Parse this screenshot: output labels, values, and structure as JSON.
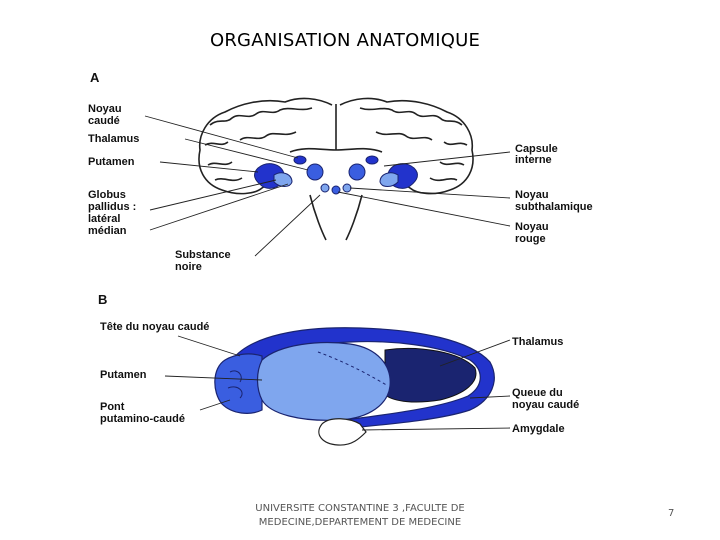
{
  "slide": {
    "title": "ORGANISATION ANATOMIQUE",
    "footer_line1": "UNIVERSITE CONSTANTINE 3 ,FACULTE DE",
    "footer_line2": "MEDECINE,DEPARTEMENT DE MEDECINE",
    "page_number": "7"
  },
  "figure_a": {
    "panel_letter": "A",
    "labels": {
      "noyau_caude_1": "Noyau",
      "noyau_caude_2": "caudé",
      "thalamus": "Thalamus",
      "putamen": "Putamen",
      "globus_1": "Globus",
      "globus_2": "pallidus :",
      "globus_3": "latéral",
      "globus_4": "médian",
      "substance_1": "Substance",
      "substance_2": "noire",
      "capsule_1": "Capsule",
      "capsule_2": "interne",
      "noyau_sub_1": "Noyau",
      "noyau_sub_2": "subthalamique",
      "noyau_rouge_1": "Noyau",
      "noyau_rouge_2": "rouge"
    }
  },
  "figure_b": {
    "panel_letter": "B",
    "labels": {
      "tete": "Tête du noyau caudé",
      "putamen": "Putamen",
      "pont_1": "Pont",
      "pont_2": "putamino-caudé",
      "thalamus": "Thalamus",
      "queue_1": "Queue du",
      "queue_2": "noyau caudé",
      "amygdale": "Amygdale"
    }
  },
  "colors": {
    "deep_blue": "#2233cc",
    "medium_blue": "#3a5ee0",
    "light_blue": "#7fa6ee",
    "dark_navy": "#1a2470",
    "outline": "#222222"
  }
}
